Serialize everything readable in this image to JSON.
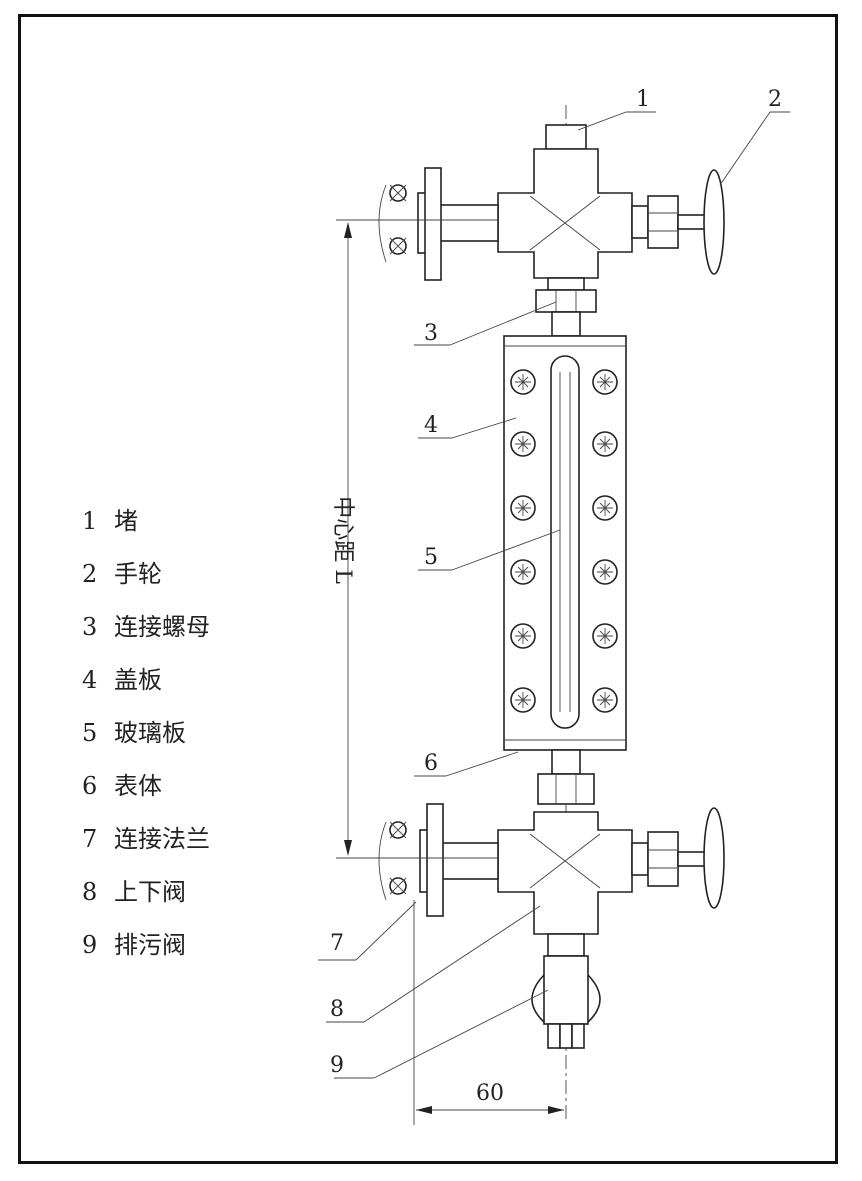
{
  "callouts": [
    "1",
    "2",
    "3",
    "4",
    "5",
    "6",
    "7",
    "8",
    "9"
  ],
  "dimension_vertical": "中心距 L",
  "dimension_horizontal": "60",
  "legend": [
    {
      "num": "1",
      "name": "堵"
    },
    {
      "num": "2",
      "name": "手轮"
    },
    {
      "num": "3",
      "name": "连接螺母"
    },
    {
      "num": "4",
      "name": "盖板"
    },
    {
      "num": "5",
      "name": "玻璃板"
    },
    {
      "num": "6",
      "name": "表体"
    },
    {
      "num": "7",
      "name": "连接法兰"
    },
    {
      "num": "8",
      "name": "上下阀"
    },
    {
      "num": "9",
      "name": "排污阀"
    }
  ]
}
